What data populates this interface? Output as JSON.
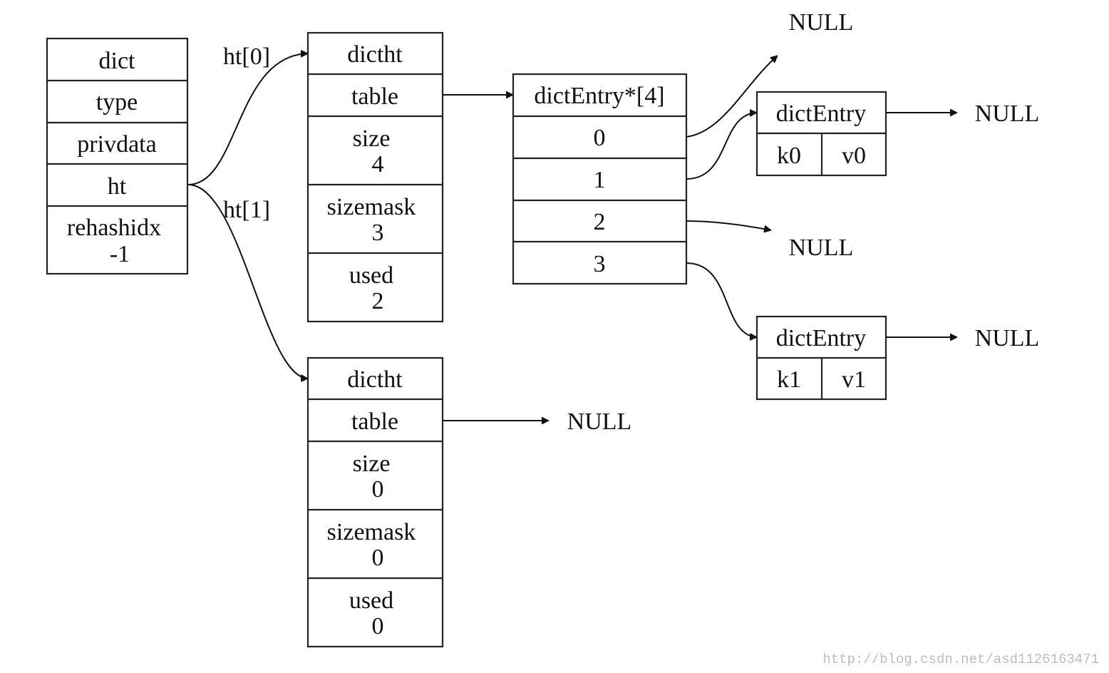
{
  "dict": {
    "title": "dict",
    "type": "type",
    "privdata": "privdata",
    "ht": "ht",
    "rehashidx_label": "rehashidx",
    "rehashidx_value": "-1"
  },
  "edge_labels": {
    "ht0": "ht[0]",
    "ht1": "ht[1]"
  },
  "dictht0": {
    "title": "dictht",
    "table": "table",
    "size_label": "size",
    "size_value": "4",
    "sizemask_label": "sizemask",
    "sizemask_value": "3",
    "used_label": "used",
    "used_value": "2"
  },
  "dictht1": {
    "title": "dictht",
    "table": "table",
    "size_label": "size",
    "size_value": "0",
    "sizemask_label": "sizemask",
    "sizemask_value": "0",
    "used_label": "used",
    "used_value": "0"
  },
  "entry_array": {
    "title": "dictEntry*[4]",
    "slots": [
      "0",
      "1",
      "2",
      "3"
    ]
  },
  "entry0": {
    "title": "dictEntry",
    "key": "k0",
    "value": "v0"
  },
  "entry1": {
    "title": "dictEntry",
    "key": "k1",
    "value": "v1"
  },
  "null_label": "NULL",
  "watermark": "http://blog.csdn.net/asd1126163471"
}
